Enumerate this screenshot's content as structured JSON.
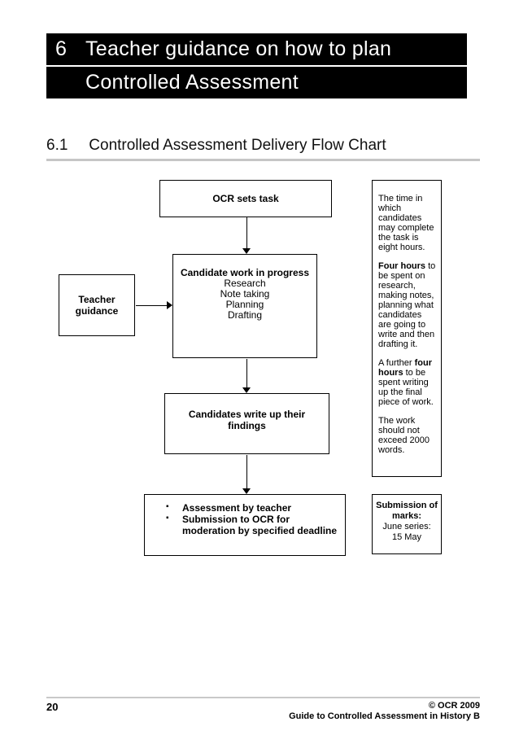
{
  "colors": {
    "header_bg": "#000000",
    "header_text": "#ffffff",
    "rule_gray": "#c6c6c6",
    "text": "#000000"
  },
  "header": {
    "section_number": "6",
    "title_line1": "Teacher guidance on how to plan",
    "title_line2": "Controlled Assessment"
  },
  "subsection": {
    "number": "6.1",
    "title": "Controlled Assessment Delivery Flow Chart"
  },
  "flowchart": {
    "ocr_box": "OCR sets task",
    "teacher_box": "Teacher guidance",
    "candidate_box": {
      "title": "Candidate work in progress",
      "steps": [
        "Research",
        "Note taking",
        "Planning",
        "Drafting"
      ]
    },
    "writeup_box": "Candidates write up their findings",
    "assessment_box": {
      "bullets": [
        "Assessment by teacher",
        "Submission to OCR for moderation by specified deadline"
      ]
    }
  },
  "side_notes": {
    "time_box": {
      "paragraphs": [
        {
          "segments": [
            {
              "t": "The time in which candidates may complete the task is eight hours.",
              "b": false
            }
          ]
        },
        {
          "segments": [
            {
              "t": "Four hours",
              "b": true
            },
            {
              "t": " to be spent on research, making notes, planning what candidates are going to write and then drafting it.",
              "b": false
            }
          ]
        },
        {
          "segments": [
            {
              "t": "A further ",
              "b": false
            },
            {
              "t": "four hours",
              "b": true
            },
            {
              "t": " to be spent writing up the final piece of work.",
              "b": false
            }
          ]
        },
        {
          "segments": [
            {
              "t": "The work should not exceed 2000 words.",
              "b": false
            }
          ]
        }
      ]
    },
    "submission_box": {
      "title": "Submission of marks:",
      "series": "June series:",
      "date": "15 May"
    }
  },
  "footer": {
    "page_number": "20",
    "copyright": "© OCR 2009",
    "subtitle": "Guide to Controlled Assessment in History B"
  }
}
